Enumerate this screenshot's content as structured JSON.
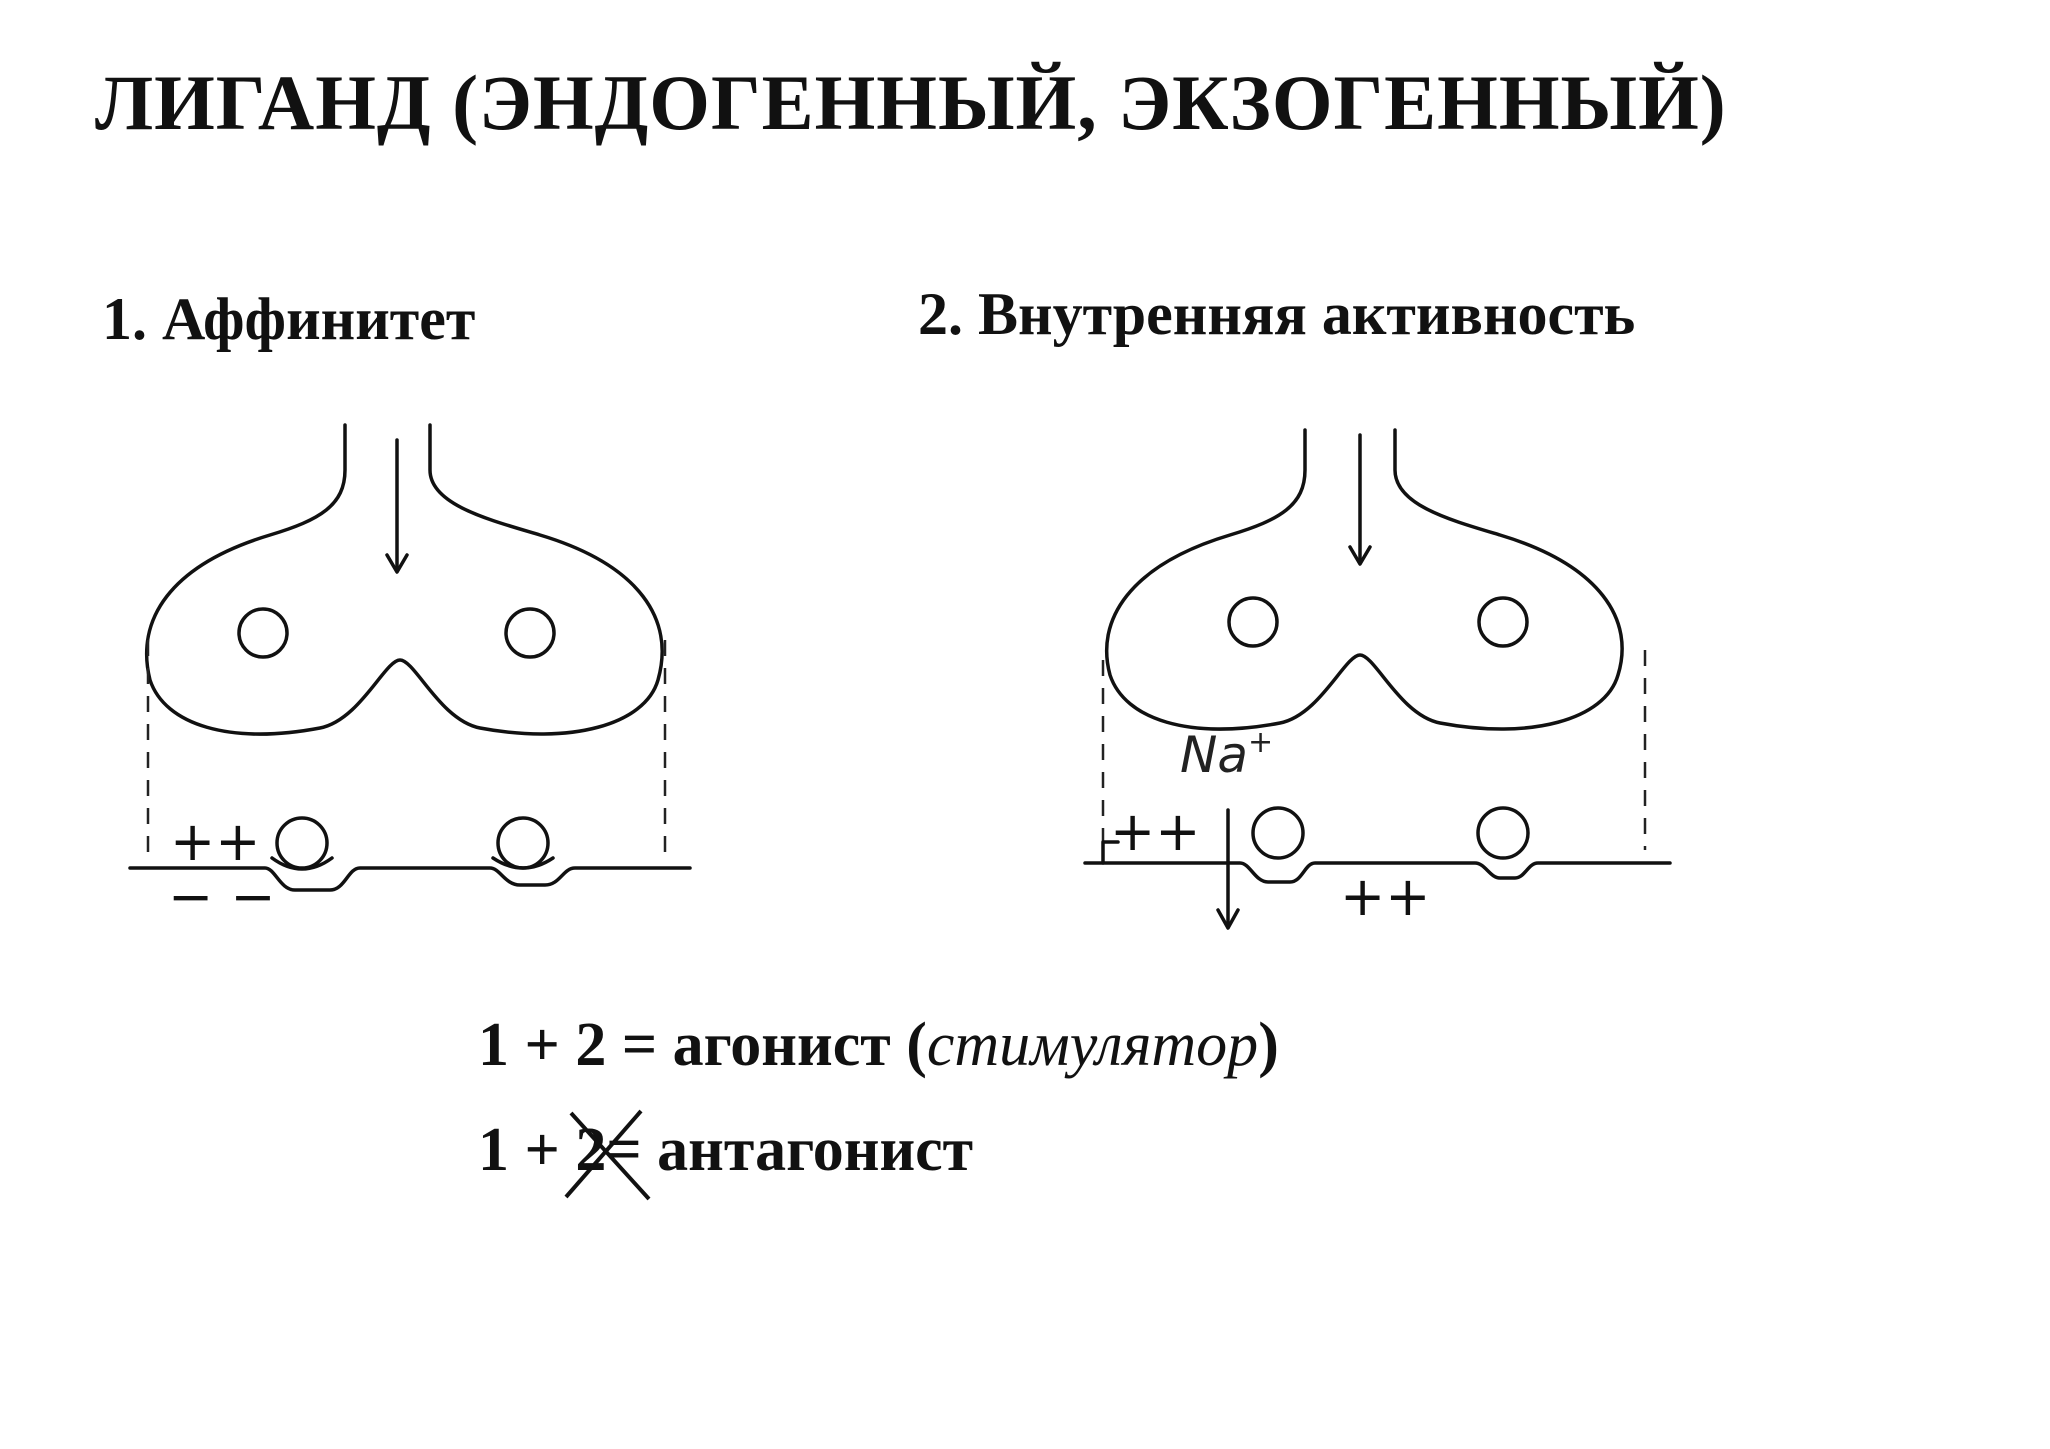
{
  "title": "ЛИГАНД (ЭНДОГЕННЫЙ, ЭКЗОГЕННЫЙ)",
  "headings": {
    "affinity": "1. Аффинитет",
    "intrinsic": "2. Внутренняя активность"
  },
  "diagram": {
    "plus_signs": "++",
    "minus_signs": "− −",
    "ion_label": "Na",
    "ion_charge": "+"
  },
  "formulas": {
    "agonist": {
      "lhs": "1 + 2 = агонист (",
      "italic": "стимулятор",
      "close": ")"
    },
    "antagonist": {
      "prefix": "1 + ",
      "crossed_digit": "2",
      "suffix": "= антагонист"
    }
  }
}
